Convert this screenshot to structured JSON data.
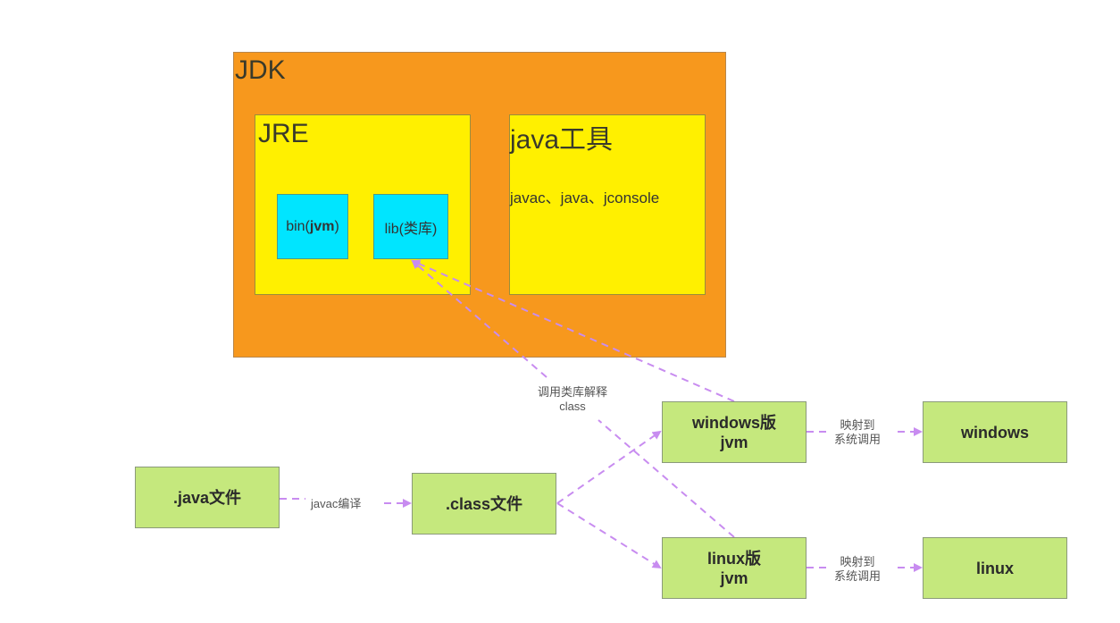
{
  "jdk": {
    "title": "JDK",
    "jre": {
      "title": "JRE",
      "bin_prefix": "bin(",
      "bin_bold": "jvm",
      "bin_suffix": ")",
      "lib": "lib(类库)"
    },
    "tools": {
      "title": "java工具",
      "list": "javac、java、jconsole"
    }
  },
  "flow": {
    "java_file": ".java文件",
    "compile_label": "javac编译",
    "class_file": ".class文件",
    "interpret_label_line1": "调用类库解释",
    "interpret_label_line2": "class",
    "windows_jvm_line1": "windows版",
    "windows_jvm_line2": "jvm",
    "linux_jvm_line1": "linux版",
    "linux_jvm_line2": "jvm",
    "map_label_line1": "映射到",
    "map_label_line2": "系统调用",
    "windows_os": "windows",
    "linux_os": "linux"
  },
  "colors": {
    "jdk": "#f7981d",
    "jre": "#fff000",
    "component": "#00e5ff",
    "node": "#c5e87d",
    "arrow": "#c88cf0"
  }
}
